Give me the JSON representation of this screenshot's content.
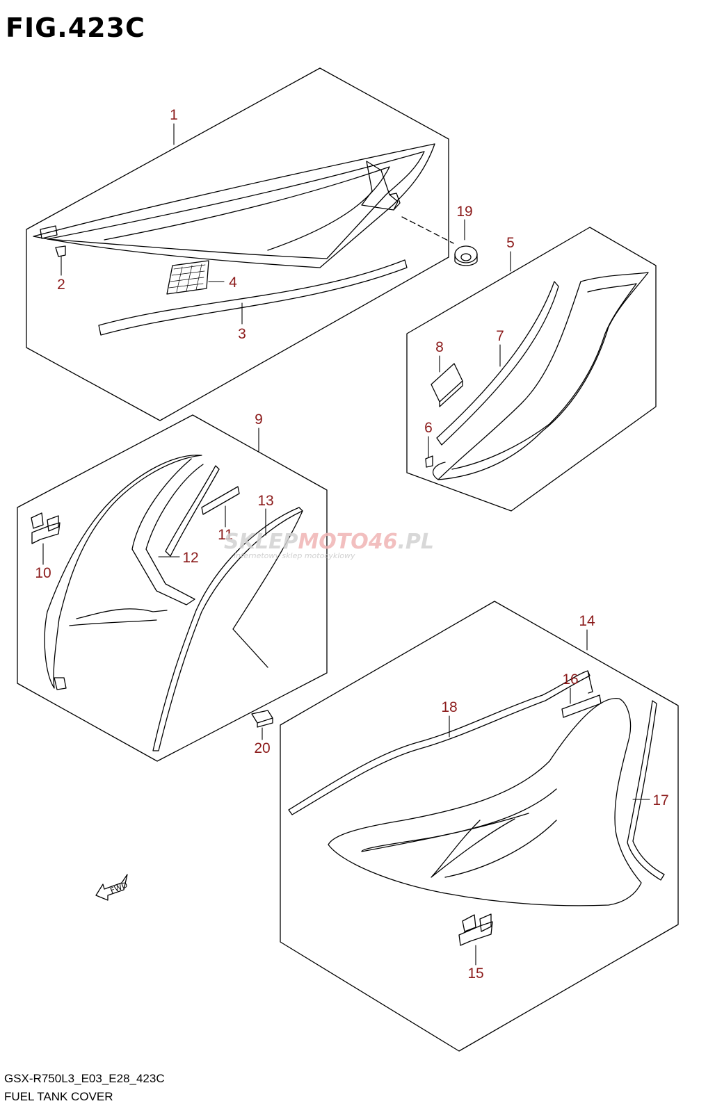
{
  "figure": {
    "title": "FIG.423C",
    "code": "GSX-R750L3_E03_E28_423C",
    "caption": "FUEL TANK COVER"
  },
  "callouts": {
    "p1": "1",
    "p2": "2",
    "p3": "3",
    "p4": "4",
    "p5": "5",
    "p6": "6",
    "p7": "7",
    "p8": "8",
    "p9": "9",
    "p10": "10",
    "p11": "11",
    "p12": "12",
    "p13": "13",
    "p14": "14",
    "p15": "15",
    "p16": "16",
    "p17": "17",
    "p18": "18",
    "p19": "19",
    "p20": "20"
  },
  "watermark": {
    "brand_a": "SKLEP",
    "brand_b": "MOTO",
    "brand_c": "46",
    "brand_d": ".PL",
    "tagline": "internetowy sklep motocyklowy"
  },
  "direction_marker": "FWD",
  "colors": {
    "line": "#000000",
    "callout": "#8b1a1a",
    "watermark_gray": "#cfcfcf",
    "watermark_red": "#f0b4b4"
  }
}
